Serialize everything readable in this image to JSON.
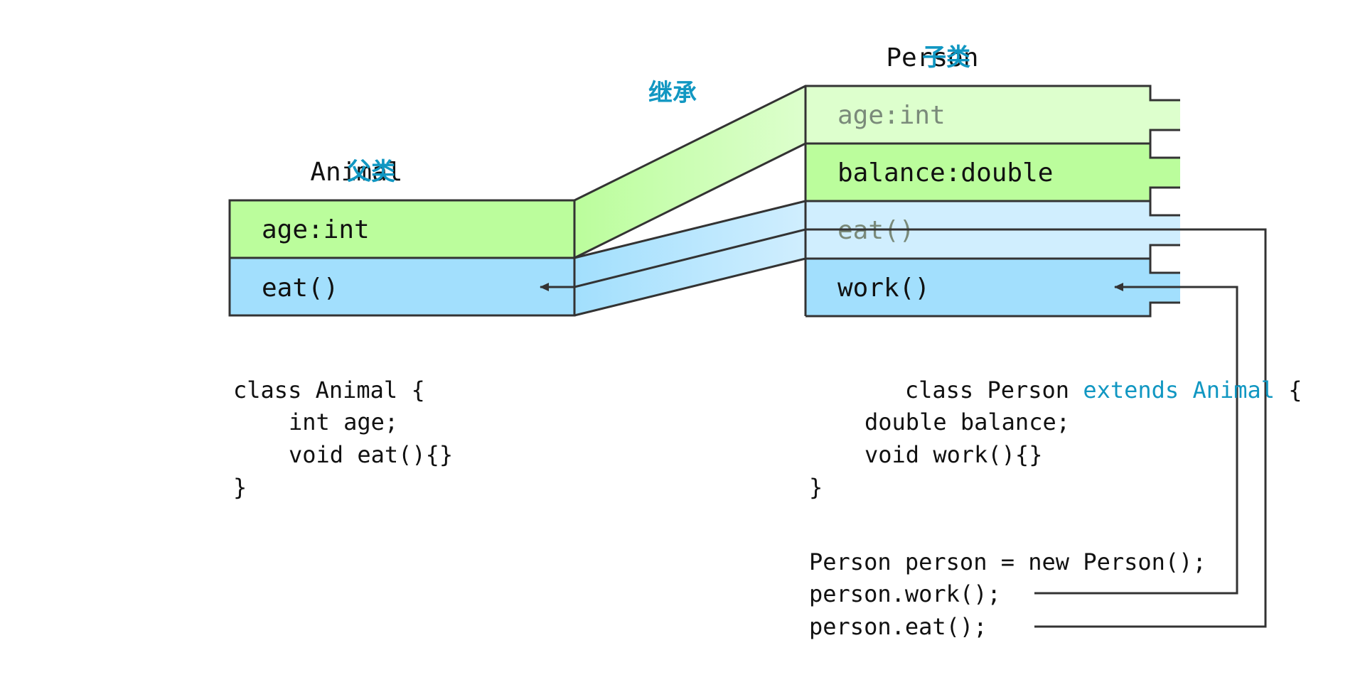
{
  "animal": {
    "name": "Animal",
    "tag": "父类",
    "fields": [
      {
        "label": "age:int"
      },
      {
        "label": "eat()"
      }
    ]
  },
  "person": {
    "name": "Person",
    "tag": "子类",
    "fields": [
      {
        "label": "age:int"
      },
      {
        "label": "balance:double"
      },
      {
        "label": "eat()"
      },
      {
        "label": "work()"
      }
    ]
  },
  "inherit_label": "继承",
  "code_animal": {
    "line1": "class Animal {",
    "line2": "int age;",
    "line3": "void eat(){}",
    "line4": "}"
  },
  "code_person": {
    "line1_a": "class Person ",
    "line1_b": "extends Animal",
    "line1_c": " {",
    "line2": "double balance;",
    "line3": "void work(){}",
    "line4": "}"
  },
  "code_usage": {
    "line1": "Person person = new Person();",
    "line2": "person.work();",
    "line3": "person.eat();"
  },
  "colors": {
    "field_green": "#bbfd9c",
    "field_green_light": "#ddffcd",
    "method_blue": "#a2dffd",
    "method_blue_light": "#d0eefe",
    "stroke": "#333333",
    "accent": "#1197c2",
    "inherited_text": "#7a8a7a",
    "text": "#111111"
  }
}
